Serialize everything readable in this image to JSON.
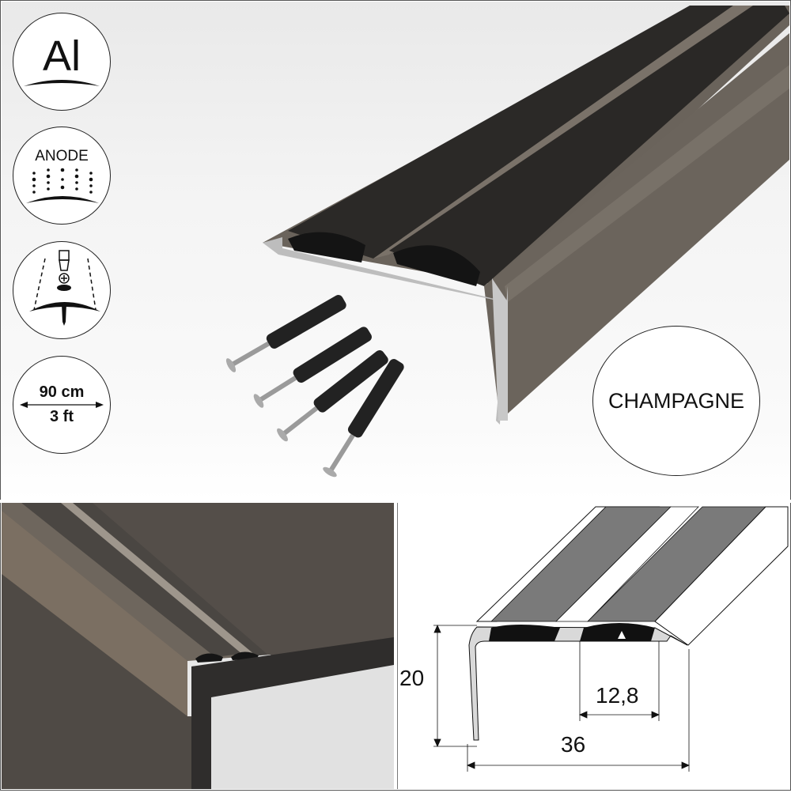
{
  "badges": {
    "material": {
      "label": "Al",
      "icon": "aluminium-icon"
    },
    "finish": {
      "label": "ANODE",
      "icon": "anodized-icon"
    },
    "install": {
      "icon": "screw-fixing-icon"
    },
    "length": {
      "metric": "90 cm",
      "imperial": "3 ft",
      "icon": "length-arrow-icon"
    },
    "colour": {
      "label": "CHAMPAGNE"
    }
  },
  "product": {
    "type": "Aluminium stair nosing with twin rubber inserts",
    "fixings_count": 4
  },
  "diagram": {
    "height": "20",
    "width": "36",
    "insert_width": "12,8"
  },
  "colors": {
    "profile": "#5f5850",
    "insert": "#2a2826",
    "background": "#f2f2f2",
    "stair_tread": "#4d4844"
  }
}
